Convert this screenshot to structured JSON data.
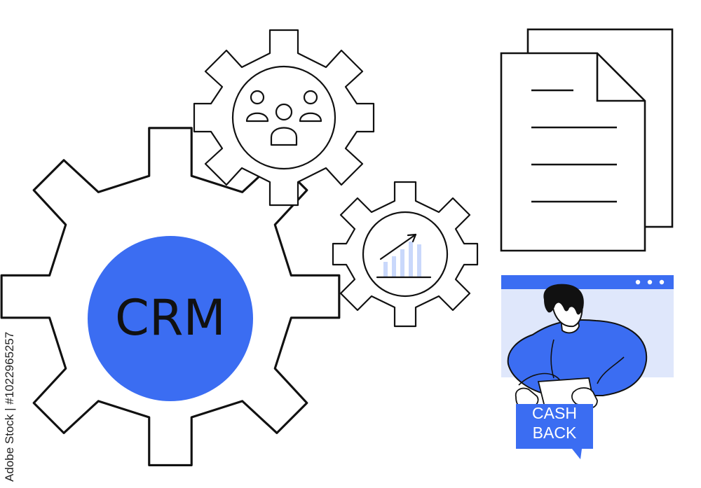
{
  "crm_gear": {
    "label": "CRM"
  },
  "cashback_badge": {
    "line1": "CASH",
    "line2": "BACK"
  },
  "stock_watermark": {
    "text": "Adobe Stock | #1022965257"
  },
  "colors": {
    "accent_blue": "#3b6df2",
    "light_blue": "#dfe7fb",
    "outline": "#111111",
    "background": "#ffffff"
  },
  "icons": [
    "gear-icon",
    "team-people-icon",
    "growth-chart-icon",
    "documents-icon",
    "browser-window-icon",
    "person-icon",
    "cashback-speech-bubble-icon"
  ]
}
